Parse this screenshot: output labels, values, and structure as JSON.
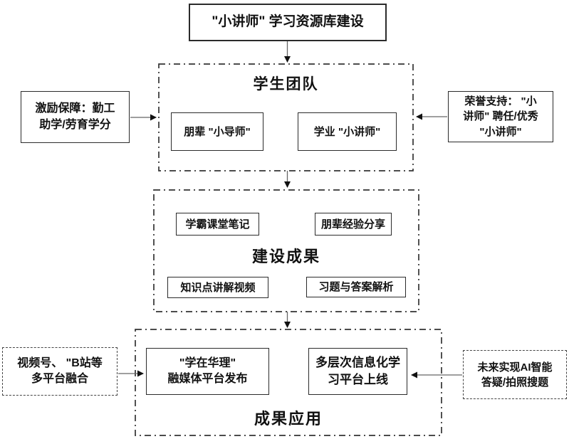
{
  "diagram": {
    "title": "\"小讲师\" 学习资源库建设",
    "team": {
      "label": "学生团队",
      "peer_mentor": "朋辈 \"小导师\"",
      "academic_lecturer": "学业 \"小讲师\""
    },
    "results": {
      "label": "建设成果",
      "notes": "学霸课堂笔记",
      "sharing": "朋辈经验分享",
      "videos": "知识点讲解视频",
      "exercises": "习题与答案解析"
    },
    "application": {
      "label": "成果应用",
      "media_platform": "\"学在华理\"\n融媒体平台发布",
      "learning_platform": "多层次信息化学\n习平台上线"
    },
    "side": {
      "incentive": "激励保障：勤工\n助学/劳育学分",
      "honor": "荣誉支持： \"小\n讲师\" 聘任/优秀\n\"小讲师\"",
      "platforms": "视频号、 \"B站等\n多平台融合",
      "ai": "未来实现AI智能\n答疑/拍照搜题"
    },
    "colors": {
      "background": "#ffffff",
      "solid_border": "#2b2b2b",
      "dashed_border": "#333333",
      "connector_line": "#666666",
      "arrowhead": "#111111",
      "text": "#111111"
    }
  }
}
